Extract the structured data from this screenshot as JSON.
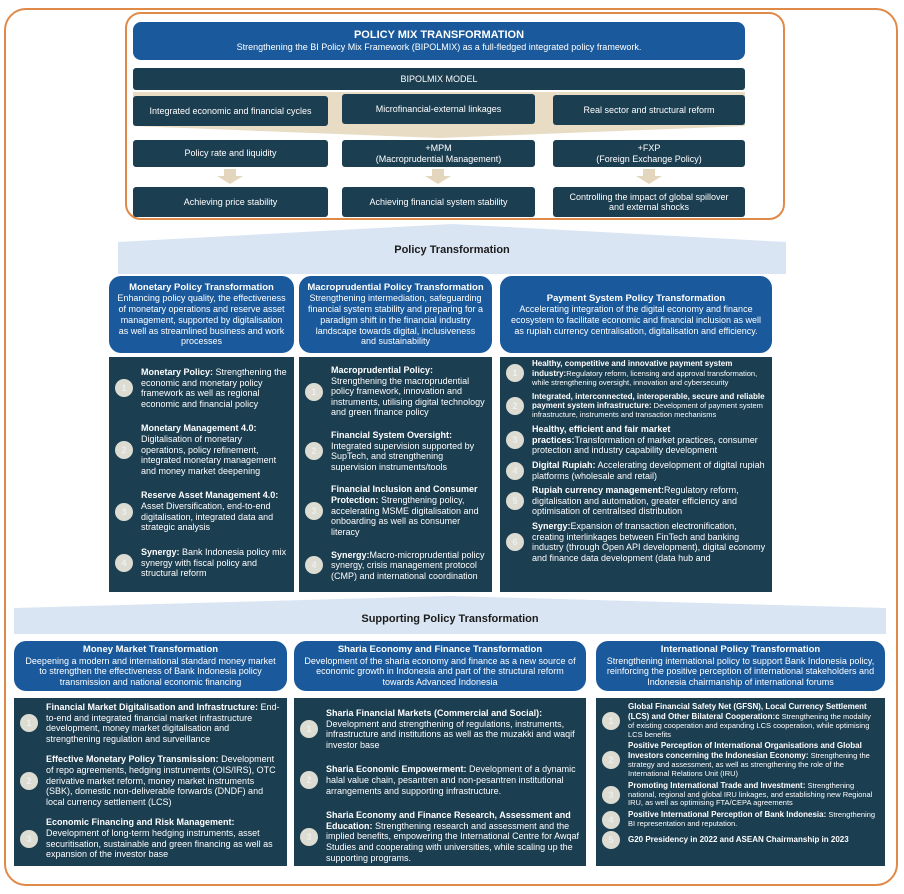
{
  "top": {
    "title": "POLICY MIX TRANSFORMATION",
    "subtitle": "Strengthening the BI Policy Mix Framework (BIPOLMIX) as a full-fledged integrated policy framework.",
    "model": "BIPOLMIX MODEL",
    "row1": [
      "Integrated economic and financial cycles",
      "Microfinancial-external linkages",
      "Real sector and structural reform"
    ],
    "row2": [
      {
        "a": "Policy rate and liquidity",
        "b": ""
      },
      {
        "a": "+MPM",
        "b": "(Macroprudential Management)"
      },
      {
        "a": "+FXP",
        "b": "(Foreign Exchange Policy)"
      }
    ],
    "row3": [
      {
        "a": "Achieving price stability",
        "b": ""
      },
      {
        "a": "Achieving financial system stability",
        "b": ""
      },
      {
        "a": "Controlling the impact of global spillover",
        "b": "and external shocks"
      }
    ]
  },
  "policy": {
    "band": "Policy Transformation",
    "columns": [
      {
        "title": "Monetary Policy Transformation",
        "desc": "Enhancing policy quality, the effectiveness of monetary operations and reserve asset management, supported by digitalisation as well as streamlined business and work processes",
        "items": [
          {
            "n": "1",
            "title": "Monetary Policy:",
            "text": " Strengthening the economic and monetary policy framework as well as regional economic and financial policy"
          },
          {
            "n": "2",
            "title": "Monetary Management 4.0:",
            "text": " Digitalisation of monetary operations, policy refinement, integrated monetary management and money market deepening"
          },
          {
            "n": "3",
            "title": "Reserve Asset Management 4.0:",
            "text": " Asset Diversification, end-to-end digitalisation, integrated data and strategic analysis"
          },
          {
            "n": "4",
            "title": "Synergy:",
            "text": " Bank Indonesia policy mix synergy with fiscal policy and structural reform"
          }
        ]
      },
      {
        "title": "Macroprudential Policy Transformation",
        "desc": "Strengthening intermediation, safeguarding financial system stability and preparing for a paradigm shift in the financial industry landscape towards digital, inclusiveness and sustainability",
        "items": [
          {
            "n": "1",
            "title": "Macroprudential Policy:",
            "text": " Strengthening the macroprudential policy framework, innovation and instruments, utilising digital technology and green finance policy"
          },
          {
            "n": "2",
            "title": "Financial System Oversight:",
            "text": " Integrated supervision supported by SupTech, and strengthening supervision instruments/tools"
          },
          {
            "n": "3",
            "title": "Financial Inclusion and Consumer Protection:",
            "text": " Strengthening policy, accelerating MSME digitalisation and onboarding as well as consumer literacy"
          },
          {
            "n": "4",
            "title": "Synergy:",
            "text": "Macro-microprudential policy synergy, crisis management protocol (CMP) and international coordination"
          }
        ]
      },
      {
        "title": "Payment System Policy Transformation",
        "desc": "Accelerating integration of the digital economy and finance ecosystem to facilitate economic and financial inclusion as well as rupiah currency centralisation, digitalisation and efficiency.",
        "items": [
          {
            "n": "1",
            "title": "Healthy, competitive and innovative payment system industry:",
            "text": "Regulatory reform, licensing and approval transformation, while strengthening oversight, innovation and cybersecurity"
          },
          {
            "n": "2",
            "title": "Integrated, interconnected, interoperable, secure and reliable payment system infrastructure:",
            "text": " Development of payment system infrastructure, instruments and transaction mechanisms"
          },
          {
            "n": "3",
            "title": "Healthy, efficient and fair market practices:",
            "text": "Transformation of market practices, consumer protection and industry capability development"
          },
          {
            "n": "4",
            "title": "Digital Rupiah:",
            "text": " Accelerating development of digital rupiah platforms (wholesale and retail)"
          },
          {
            "n": "5",
            "title": "Rupiah currency management:",
            "text": "Regulatory reform, digitalisation and automation, greater efficiency and optimisation of centralised distribution"
          },
          {
            "n": "6",
            "title": "Synergy:",
            "text": "Expansion of transaction electronification, creating interlinkages between FinTech and banking industry (through Open API development), digital economy and finance data development (data hub and"
          }
        ]
      }
    ]
  },
  "supporting": {
    "band": "Supporting Policy Transformation",
    "columns": [
      {
        "title": "Money Market Transformation",
        "desc": "Deepening a modern and international standard money market to strengthen the effectiveness of Bank Indonesia policy transmission and national economic financing",
        "items": [
          {
            "n": "1",
            "title": "Financial Market Digitalisation and Infrastructure:",
            "text": " End-to-end and integrated financial market infrastructure development, money market digitalisation and strengthening regulation and surveillance"
          },
          {
            "n": "2",
            "title": "Effective Monetary Policy Transmission:",
            "text": " Development of repo agreements, hedging instruments (OIS/IRS), OTC derivative market reform, money market instruments (SBK), domestic non-deliverable forwards (DNDF) and local currency settlement (LCS)"
          },
          {
            "n": "3",
            "title": "Economic Financing and Risk Management:",
            "text": " Development of long-term hedging instruments, asset securitisation, sustainable and green financing as well as expansion of the investor base"
          }
        ]
      },
      {
        "title": "Sharia Economy and Finance Transformation",
        "desc": "Development of the sharia economy and finance as a new source of economic growth in Indonesia and part of the structural reform towards Advanced Indonesia",
        "items": [
          {
            "n": "1",
            "title": "Sharia Financial Markets (Commercial and Social):",
            "text": " Development and strengthening of regulations, instruments, infrastructure and institutions as well as the muzakki and waqif investor base"
          },
          {
            "n": "2",
            "title": "Sharia Economic Empowerment:",
            "text": " Development of a dynamic halal value chain, pesantren and non-pesantren institutional arrangements and supporting infrastructure."
          },
          {
            "n": "3",
            "title": "Sharia Economy and Finance Research, Assessment and Education:",
            "text": " Strengthening research and assessment and the implied benefits, empowering the International Centre for Awqaf Studies and cooperating with universities, while scaling up the supporting programs."
          }
        ]
      },
      {
        "title": "International Policy Transformation",
        "desc": "Strengthening international policy to support Bank Indonesia policy, reinforcing the positive perception of international stakeholders and Indonesia chairmanship of international forums",
        "items": [
          {
            "n": "1",
            "title": "Global Financial Safety Net (GFSN), Local Currency Settlement (LCS) and Other Bilateral Cooperation:c",
            "text": " Strengthening the modality of existing cooperation and expanding LCS cooperation, while optimising LCS benefits"
          },
          {
            "n": "2",
            "title": "Positive Perception of International Organisations and Global Investors concerning the Indonesian Economy:",
            "text": " Strengthening the strategy and assessment, as well as strengthening the role of the International Relations Unit (IRU)"
          },
          {
            "n": "3",
            "title": "Promoting International Trade and Investment:",
            "text": " Strengthening national, regional and global IRU linkages, and establishing new Regional IRU, as well as optimising FTA/CEPA agreements"
          },
          {
            "n": "4",
            "title": "Positive International Perception of Bank Indonesia:",
            "text": " Strengthening BI representation and reputation."
          },
          {
            "n": "5",
            "title": "G20 Presidency in 2022 and ASEAN Chairmanship in 2023",
            "text": ""
          }
        ]
      }
    ]
  }
}
